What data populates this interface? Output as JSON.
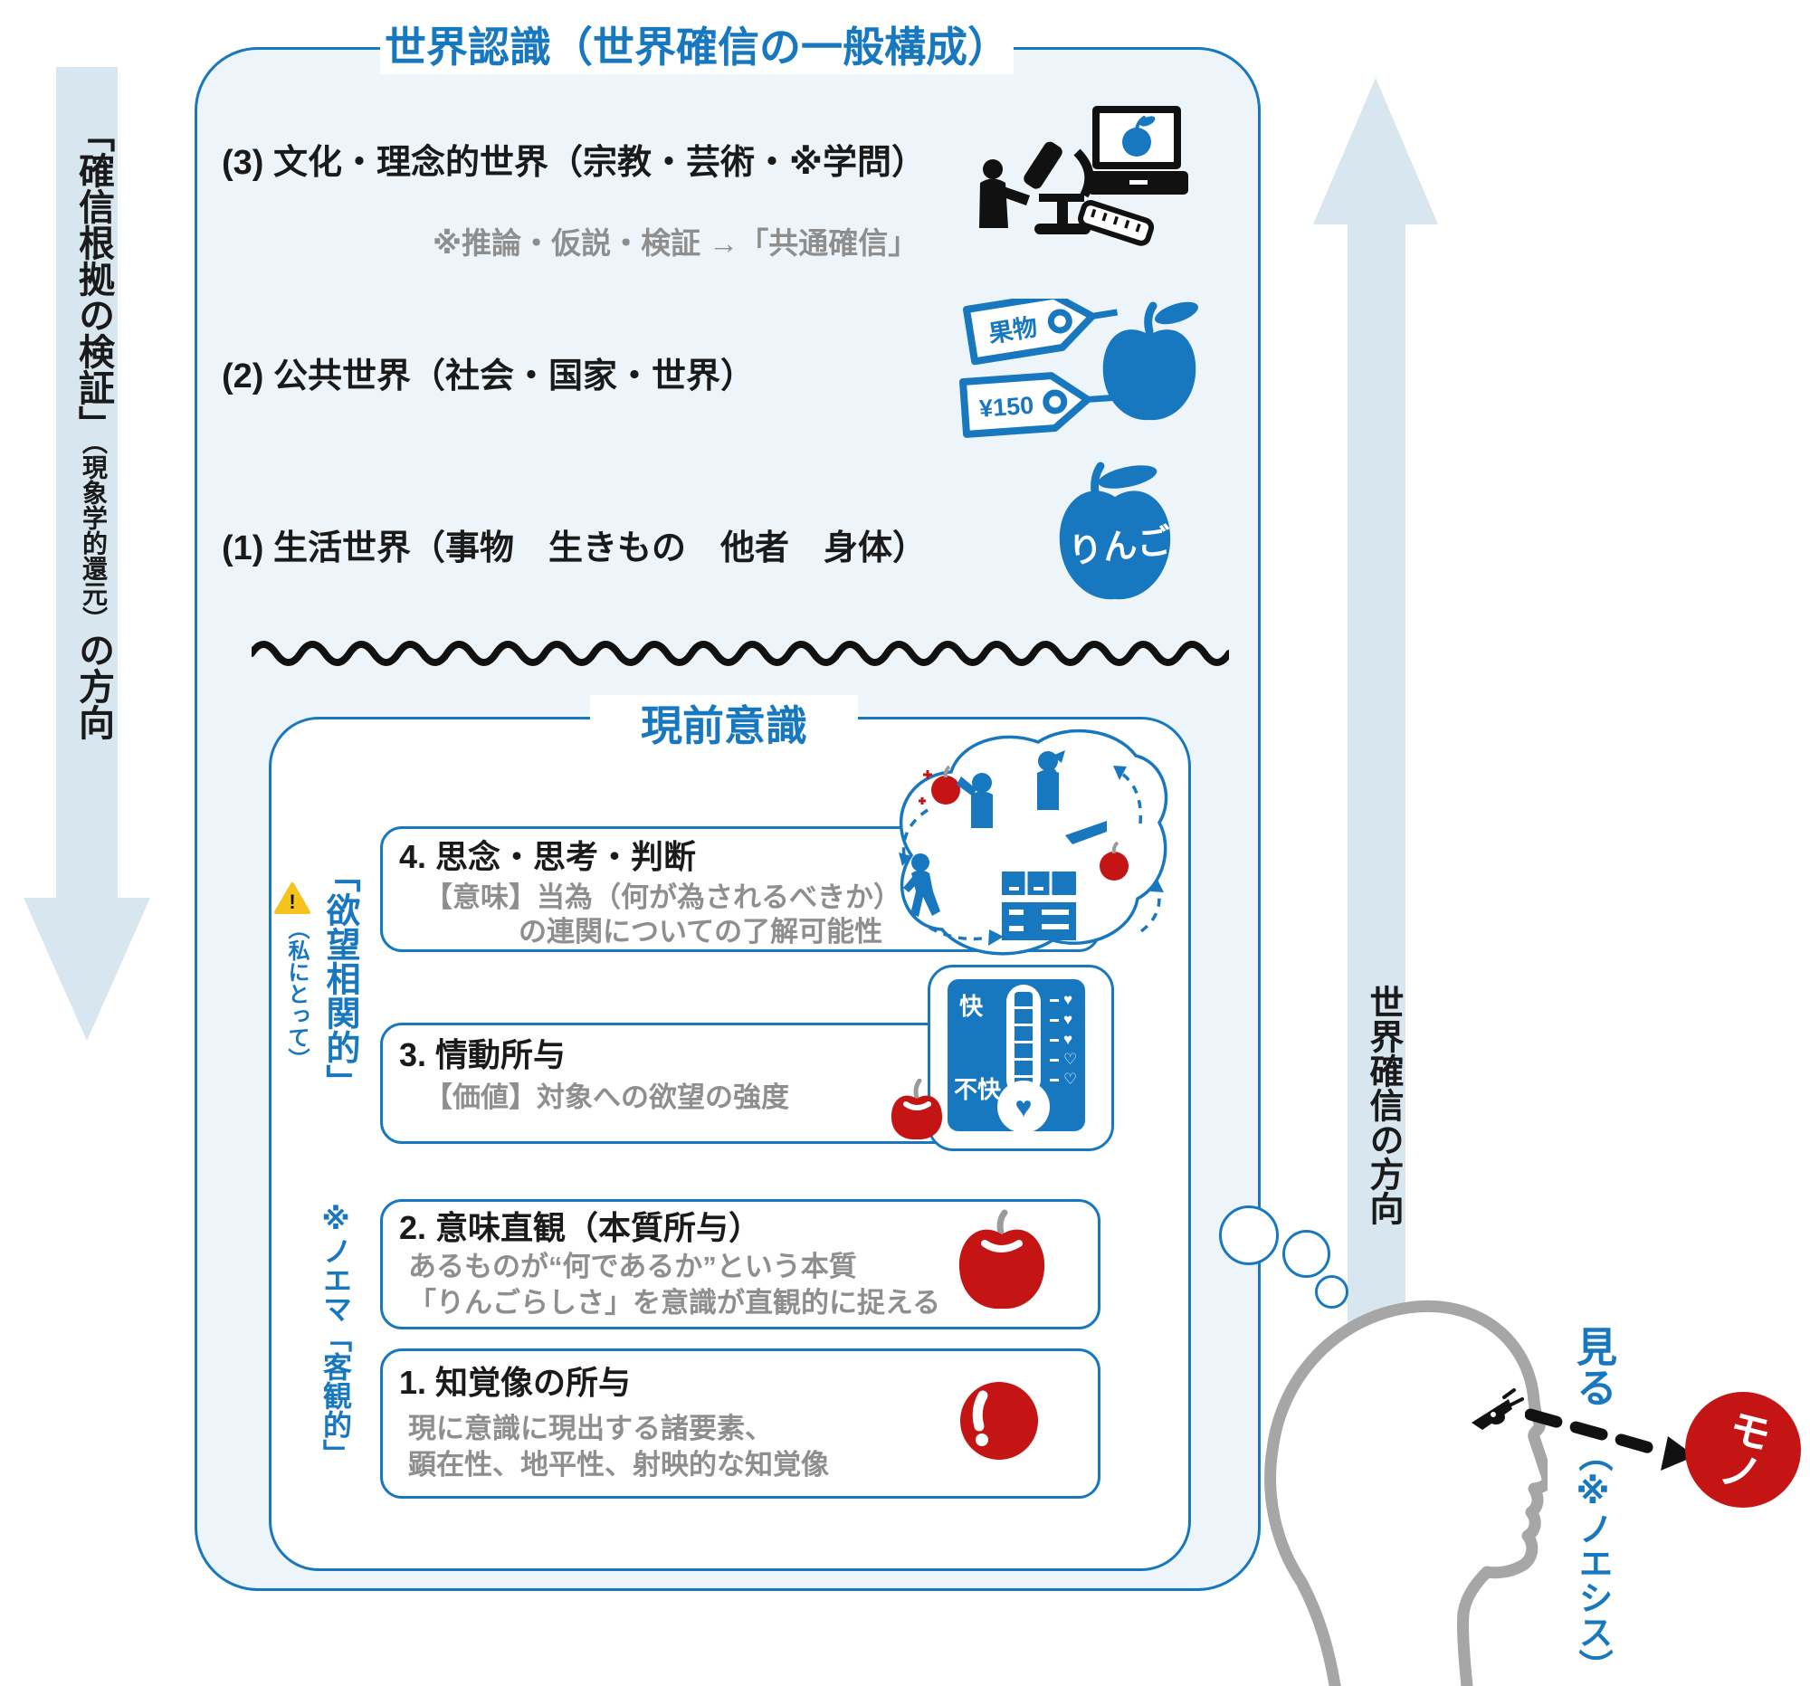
{
  "colors": {
    "accent_blue": "#1878bf",
    "pale_arrow_blue": "#d8e6ef",
    "panel_fill": "#eef5fa",
    "apple_red": "#c51414",
    "desc_gray": "#8e8e8e",
    "head_gray": "#a6a6a6",
    "warning_yellow": "#f5c31d"
  },
  "header": {
    "title": "世界認識（世界確信の一般構成）"
  },
  "left_arrow": {
    "line1": "「確信根拠の検証」",
    "line2": "（現象学的還元）",
    "line3": "の方向"
  },
  "right_arrow": {
    "label": "世界確信の方向"
  },
  "world_levels": {
    "level3": {
      "label": "(3) 文化・理念的世界（宗教・芸術・※学問）",
      "note": "※推論・仮説・検証 →「共通確信」"
    },
    "level2": {
      "label": "(2) 公共世界（社会・国家・世界）",
      "tag1": "果物",
      "tag2": "¥150"
    },
    "level1": {
      "label": "(1) 生活世界（事物　生きもの　他者　身体）",
      "apple_label": "りんご"
    }
  },
  "present_consciousness": {
    "title": "現前意識",
    "side_label_top": {
      "main": "「欲望相関的」",
      "sub": "（私にとって）",
      "warning_glyph": "!"
    },
    "side_label_bottom": {
      "main": "※ノエマ「客観的」"
    },
    "levels": [
      {
        "title": "4. 思念・思考・判断",
        "desc1": "【意味】当為（何が為されるべきか）",
        "desc2": "の連関についての了解可能性"
      },
      {
        "title": "3. 情動所与",
        "desc1": "【価値】対象への欲望の強度"
      },
      {
        "title": "2. 意味直観（本質所与）",
        "desc1": "あるものが“何であるか”という本質",
        "desc2": "「りんごらしさ」を意識が直観的に捉える"
      },
      {
        "title": "1. 知覚像の所与",
        "desc1": "現に意識に現出する諸要素、",
        "desc2": "顕在性、地平性、射映的な知覚像"
      }
    ],
    "thermometer": {
      "pleasant": "快",
      "unpleasant": "不快",
      "bulb_glyph": "♥",
      "scale_glyphs": [
        "♥",
        "♥",
        "♥",
        "♡",
        "♡"
      ]
    }
  },
  "observer": {
    "action_label": "見る",
    "noesis_label": "（※ノエシス）",
    "object_label": "モノ"
  }
}
